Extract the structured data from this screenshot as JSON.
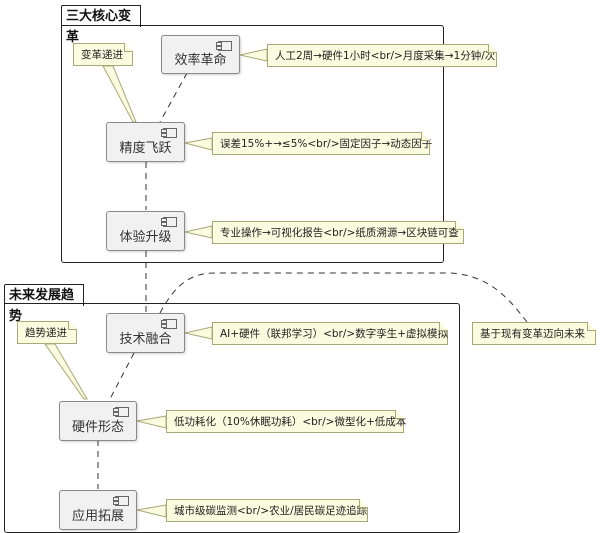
{
  "packages": [
    {
      "title": "三大核心变革"
    },
    {
      "title": "未来发展趋势"
    }
  ],
  "components": {
    "efficiency": "效率革命",
    "precision": "精度飞跃",
    "experience": "体验升级",
    "tech_fusion": "技术融合",
    "hardware": "硬件形态",
    "application": "应用拓展"
  },
  "notes": {
    "revolution_progress": "变革递进",
    "efficiency_detail": "人工2周→硬件1小时<br/>月度采集→1分钟/次",
    "precision_detail": "误差15%+→≤5%<br/>固定因子→动态因子",
    "experience_detail": "专业操作→可视化报告<br/>纸质溯源→区块链可查",
    "trend_progress": "趋势递进",
    "tech_fusion_detail": "AI+硬件（联邦学习）<br/>数字孪生+虚拟模拟",
    "future_link": "基于现有变革迈向未来",
    "hardware_detail": "低功耗化（10%休眠功耗）<br/>微型化+低成本",
    "application_detail": "城市级碳监测<br/>农业/居民碳足迹追踪"
  }
}
